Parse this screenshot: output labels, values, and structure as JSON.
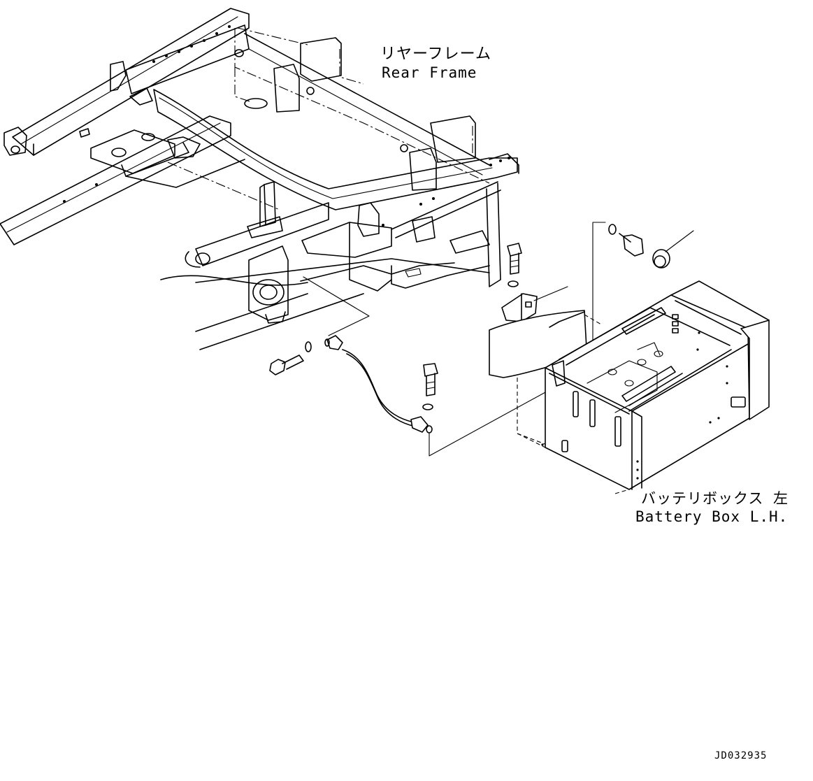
{
  "labels": {
    "rear_frame_jp": "リヤーフレーム",
    "rear_frame_en": "Rear Frame",
    "battery_box_jp": "バッテリボックス 左",
    "battery_box_en": "Battery Box L.H.",
    "drawing_number": "JD032935"
  }
}
